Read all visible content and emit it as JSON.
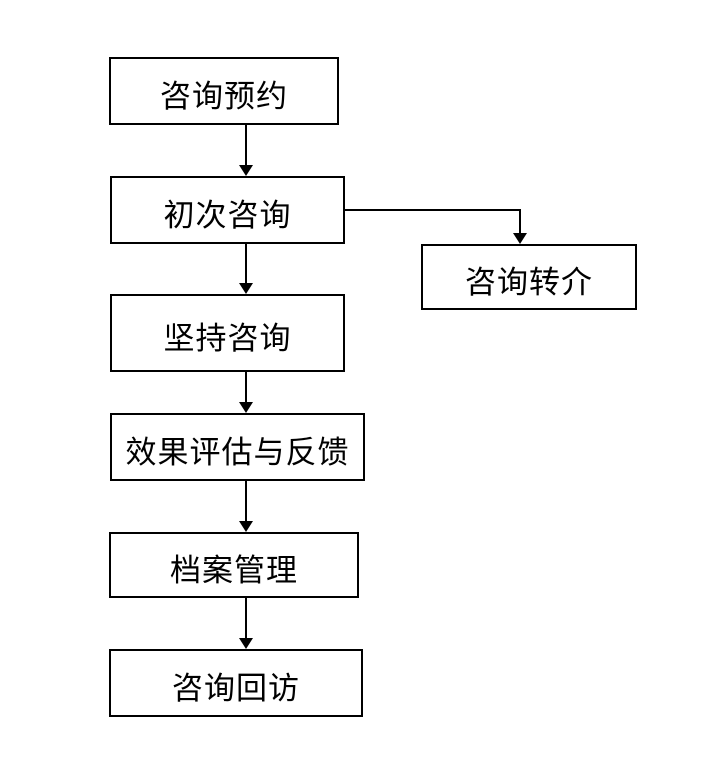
{
  "diagram": {
    "type": "flowchart",
    "background_color": "#ffffff",
    "stroke_color": "#000000",
    "text_color": "#000000",
    "node_fill_color": "#ffffff",
    "nodes": [
      {
        "id": "consultation-appointment",
        "label": "咨询预约"
      },
      {
        "id": "initial-consultation",
        "label": "初次咨询"
      },
      {
        "id": "continued-consultation",
        "label": "坚持咨询"
      },
      {
        "id": "effect-evaluation-feedback",
        "label": "效果评估与反馈"
      },
      {
        "id": "archive-management",
        "label": "档案管理"
      },
      {
        "id": "consultation-follow-up",
        "label": "咨询回访"
      },
      {
        "id": "consultation-referral",
        "label": "咨询转介"
      }
    ],
    "edges": [
      {
        "from": "咨询预约",
        "to": "初次咨询"
      },
      {
        "from": "初次咨询",
        "to": "坚持咨询"
      },
      {
        "from": "初次咨询",
        "to": "咨询转介"
      },
      {
        "from": "坚持咨询",
        "to": "效果评估与反馈"
      },
      {
        "from": "效果评估与反馈",
        "to": "档案管理"
      },
      {
        "from": "档案管理",
        "to": "咨询回访"
      }
    ]
  }
}
